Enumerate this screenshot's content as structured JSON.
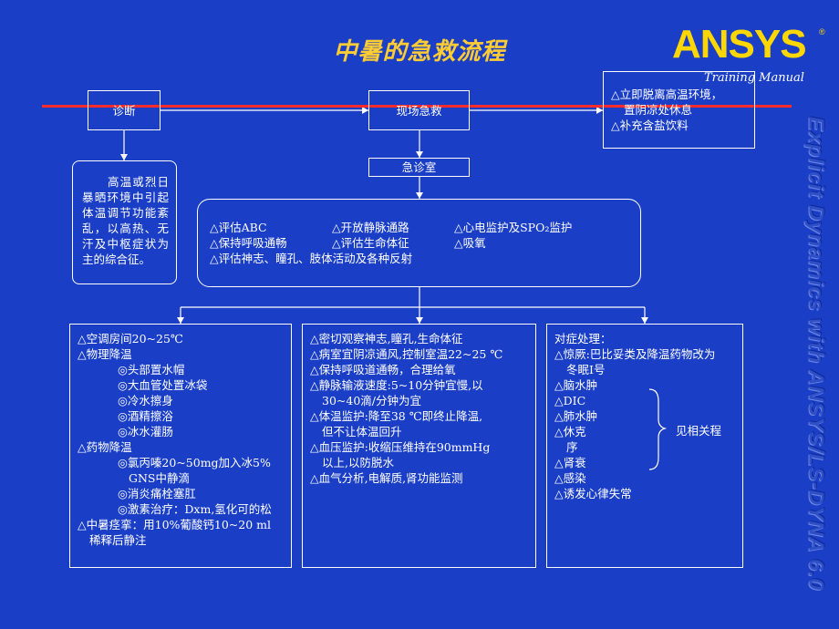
{
  "header": {
    "title": "中暑的急救流程",
    "logo": "ANSYS",
    "logo_reg": "®",
    "subtitle": "Training Manual",
    "side_text": "Explicit Dynamics with ANSYS/LS-DYNA 6.0"
  },
  "flow": {
    "diagnosis": "诊断",
    "onsite": "现场急救",
    "er": "急诊室",
    "definition": "高温或烈日暴晒环境中引起体温调节功能紊乱，以高热、无汗及中枢症状为主的综合征。",
    "onsite_actions": [
      "△立即脱离高温环境，",
      "置阴凉处休息",
      "△补充含盐饮料"
    ],
    "assess": {
      "row1": [
        "△评估ABC",
        "△开放静脉通路",
        "△心电监护及SPO₂监护"
      ],
      "row2": [
        "△保持呼吸通畅",
        "△评估生命体征",
        "△吸氧"
      ],
      "row3": "△评估神志、瞳孔、肢体活动及各种反射"
    },
    "col1": [
      {
        "t": "△空调房间20~25℃",
        "i": 0
      },
      {
        "t": "△物理降温",
        "i": 0
      },
      {
        "t": "◎头部置水帽",
        "i": 2
      },
      {
        "t": "◎大血管处置冰袋",
        "i": 2
      },
      {
        "t": "◎冷水擦身",
        "i": 2
      },
      {
        "t": "◎酒精擦浴",
        "i": 2
      },
      {
        "t": "◎冰水灌肠",
        "i": 2
      },
      {
        "t": "△药物降温",
        "i": 0
      },
      {
        "t": "◎氯丙嗪20~50mg加入冰5%",
        "i": 2
      },
      {
        "t": "GNS中静滴",
        "i": 3
      },
      {
        "t": "◎消炎痛栓塞肛",
        "i": 2
      },
      {
        "t": "◎激素治疗：Dxm,氢化可的松",
        "i": 2
      },
      {
        "t": "△中暑痉挛：用10%葡酸钙10~20 ml",
        "i": 0
      },
      {
        "t": "稀释后静注",
        "i": 1
      }
    ],
    "col2": [
      {
        "t": "△密切观察神志,瞳孔,生命体征",
        "i": 0
      },
      {
        "t": "△病室宜阴凉通风,控制室温22~25 ℃",
        "i": 0
      },
      {
        "t": "△保持呼吸道通畅，合理给氧",
        "i": 0
      },
      {
        "t": "△静脉输液速度:5~10分钟宜慢,以",
        "i": 0
      },
      {
        "t": "30~40滴/分钟为宜",
        "i": 1
      },
      {
        "t": "△体温监护:降至38 ℃即终止降温,",
        "i": 0
      },
      {
        "t": "但不让体温回升",
        "i": 1
      },
      {
        "t": "△血压监护:收缩压维持在90mmHg",
        "i": 0
      },
      {
        "t": "以上,以防脱水",
        "i": 1
      },
      {
        "t": "△血气分析,电解质,肾功能监测",
        "i": 0
      }
    ],
    "col3": [
      {
        "t": "对症处理：",
        "i": 0
      },
      {
        "t": "△惊厥:巴比妥类及降温药物改为",
        "i": 0
      },
      {
        "t": "冬眠Ⅰ号",
        "i": 1
      },
      {
        "t": "△脑水肿",
        "i": 0
      },
      {
        "t": "△DIC",
        "i": 0
      },
      {
        "t": "△肺水肿",
        "i": 0
      },
      {
        "t": "△休克",
        "i": 0
      },
      {
        "t": "序",
        "i": 1
      },
      {
        "t": "△肾衰",
        "i": 0
      },
      {
        "t": "△感染",
        "i": 0
      },
      {
        "t": "△诱发心律失常",
        "i": 0
      }
    ],
    "see_related": "见相关程"
  }
}
